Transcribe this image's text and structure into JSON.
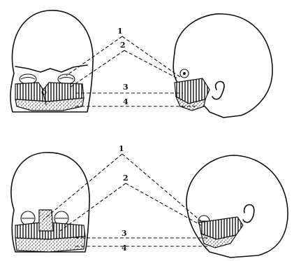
{
  "labels": {
    "top": [
      "1",
      "2",
      "3",
      "4"
    ],
    "bottom": [
      "1",
      "2",
      "3",
      "4"
    ]
  }
}
